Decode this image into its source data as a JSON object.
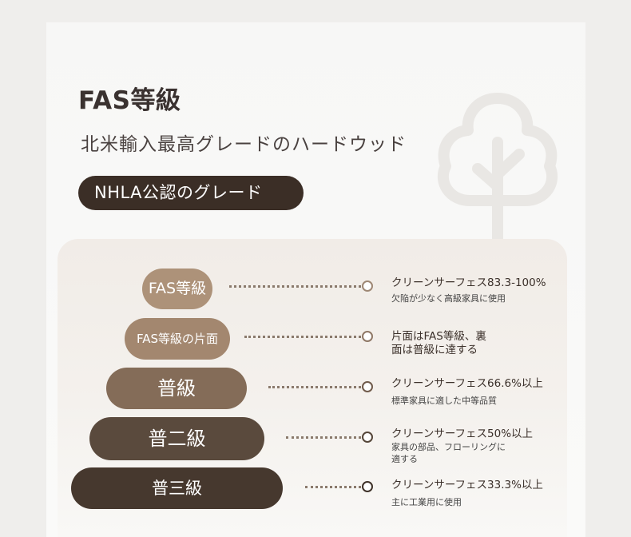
{
  "header": {
    "title": "FAS等級",
    "subtitle": "北米輸入最高グレードのハードウッド",
    "badge": "NHLA公認のグレード"
  },
  "colors": {
    "badge_bg": "#3b2e26",
    "tier1": "#ad9279",
    "tier2": "#a3876f",
    "tier3": "#846c58",
    "tier4": "#5a4a3d",
    "tier5": "#46382e"
  },
  "grades": [
    {
      "label": "FAS等級",
      "title": "クリーンサーフェス83.3-100%",
      "detail": [
        "欠陥が少なく高級家具に使用"
      ]
    },
    {
      "label": "FAS等級の片面",
      "title": "片面はFAS等級、裏",
      "title2": "面は普級に達する",
      "detail": []
    },
    {
      "label": "普級",
      "title": "クリーンサーフェス66.6%以上",
      "detail": [
        "標準家具に適した中等品質"
      ]
    },
    {
      "label": "普二級",
      "title": "クリーンサーフェス50%以上",
      "detail": [
        "家具の部品、フローリングに",
        "適する"
      ]
    },
    {
      "label": "普三級",
      "title": "クリーンサーフェス33.3%以上",
      "detail": [
        "主に工業用に使用"
      ]
    }
  ]
}
